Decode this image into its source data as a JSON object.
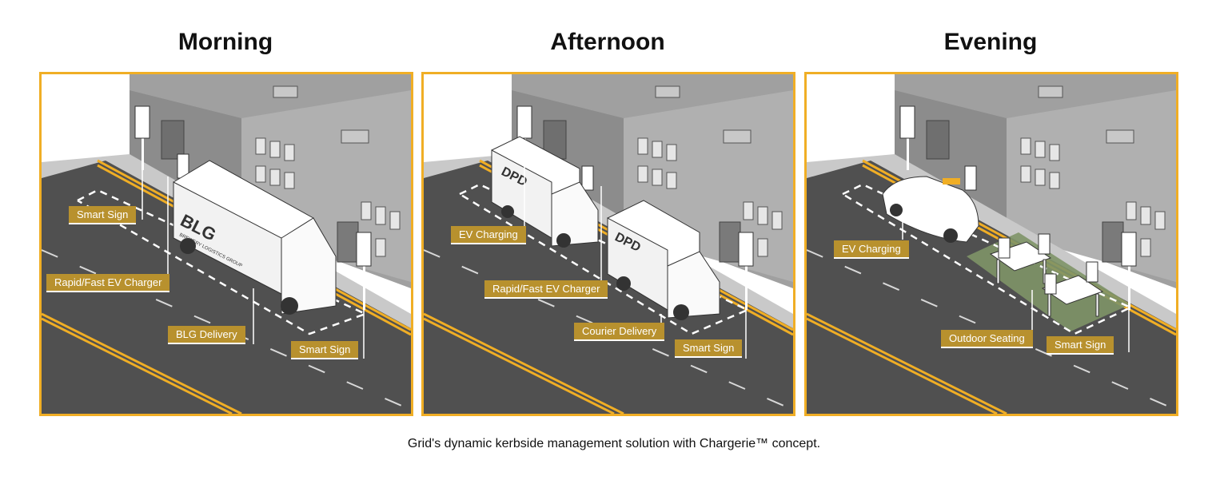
{
  "panels": [
    {
      "title": "Morning",
      "labels": [
        "Smart Sign",
        "Rapid/Fast EV Charger",
        "BLG Delivery",
        "Smart Sign"
      ],
      "truck_text": [
        "BLG",
        "BREWERY LOGISTICS GROUP"
      ]
    },
    {
      "title": "Afternoon",
      "labels": [
        "EV Charging",
        "Rapid/Fast EV Charger",
        "Courier Delivery",
        "Smart Sign"
      ],
      "truck_text": [
        "DPD",
        "DPD"
      ]
    },
    {
      "title": "Evening",
      "labels": [
        "EV Charging",
        "Outdoor Seating",
        "Smart Sign"
      ]
    }
  ],
  "caption": "Grid's dynamic kerbside management solution with Chargerie™ concept.",
  "colors": {
    "frame": "#f0ae25",
    "label_bg": "#b8912e",
    "road": "#505050",
    "building": "#9a9a9a",
    "seating_area": "#7e9367"
  }
}
